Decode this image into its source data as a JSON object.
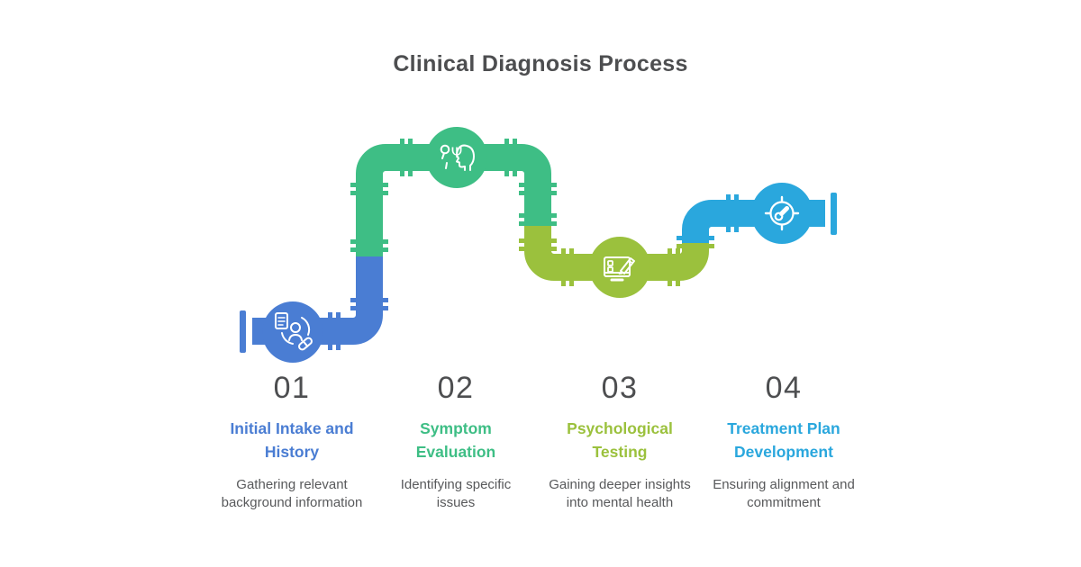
{
  "title": "Clinical Diagnosis Process",
  "background_color": "#ffffff",
  "text_colors": {
    "heading": "#4d4e50",
    "number": "#4d4e50",
    "description": "#58595b"
  },
  "steps": [
    {
      "number": "01",
      "title": "Initial Intake and History",
      "description": "Gathering relevant background information",
      "color": "#4a7dd3",
      "icon": "patient-record-icon"
    },
    {
      "number": "02",
      "title": "Symptom Evaluation",
      "description": "Identifying specific issues",
      "color": "#3ebe85",
      "icon": "mind-evaluation-icon"
    },
    {
      "number": "03",
      "title": "Psychological Testing",
      "description": "Gaining deeper insights into mental health",
      "color": "#9bc13d",
      "icon": "digital-test-pencil-icon"
    },
    {
      "number": "04",
      "title": "Treatment Plan Development",
      "description": "Ensuring alignment and commitment",
      "color": "#2aa7dd",
      "icon": "target-gauge-icon"
    }
  ]
}
